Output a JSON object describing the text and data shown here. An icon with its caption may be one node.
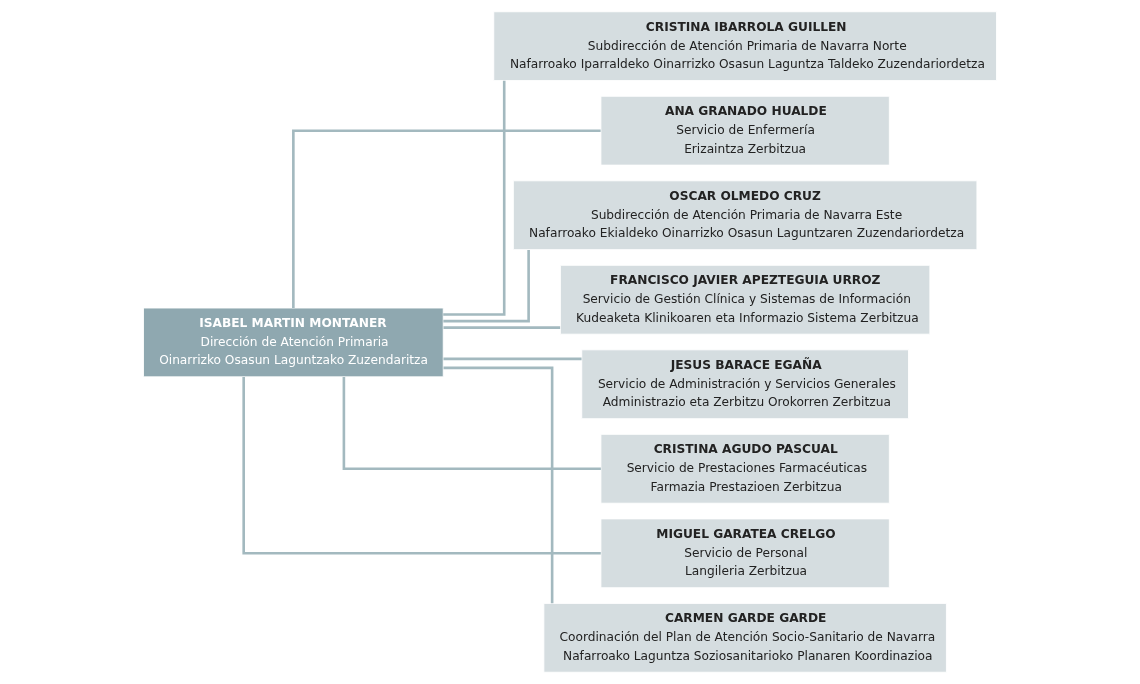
{
  "diagram": {
    "nodes": [
      {
        "text": [
          "ISABEL MARTIN MONTANER",
          "Dirección de Atención Primaria",
          "Oinarrizko Osasun Laguntzako Zuzendaritza"
        ]
      },
      {
        "text": [
          "CRISTINA IBARROLA GUILLEN",
          "Subdirección de Atención Primaria de Navarra Norte",
          "Nafarroako Iparraldeko Oinarrizko Osasun Laguntza Taldeko Zuzendariordetza"
        ]
      },
      {
        "text": [
          "ANA GRANADO HUALDE",
          "Servicio de Enfermería",
          "Erizaintza Zerbitzua"
        ]
      },
      {
        "text": [
          "OSCAR OLMEDO CRUZ",
          "Subdirección de Atención Primaria de Navarra Este",
          "Nafarroako Ekialdeko Oinarrizko Osasun Laguntzaren Zuzendariordetza"
        ]
      },
      {
        "text": [
          "FRANCISCO JAVIER APEZTEGUIA URROZ",
          "Servicio de Gestión Clínica y Sistemas de Información",
          "Kudeaketa Klinikoaren eta Informazio Sistema Zerbitzua"
        ]
      },
      {
        "text": [
          "JESUS BARACE EGAÑA",
          "Servicio de Administración y Servicios Generales",
          "Administrazio eta Zerbitzu Orokorren Zerbitzua"
        ]
      },
      {
        "text": [
          "CRISTINA AGUDO PASCUAL",
          "Servicio de Prestaciones Farmacéuticas",
          "Farmazia Prestazioen Zerbitzua"
        ]
      },
      {
        "text": [
          "MIGUEL GARATEA CRELGO",
          "Servicio de Personal",
          "Langileria Zerbitzua"
        ]
      },
      {
        "text": [
          "CARMEN GARDE GARDE",
          "Coordinación del Plan de Atención Socio-Sanitario de Navarra",
          "Nafarroako Laguntza Soziosanitarioko Planaren Koordinazioa"
        ]
      }
    ],
    "edges": [
      {
        "from": 0,
        "to": 1,
        "arrow": "none"
      },
      {
        "from": 0,
        "to": 2,
        "arrow": "none"
      },
      {
        "from": 0,
        "to": 3,
        "arrow": "none"
      },
      {
        "from": 0,
        "to": 4,
        "arrow": "none"
      },
      {
        "from": 0,
        "to": 5,
        "arrow": "none"
      },
      {
        "from": 0,
        "to": 6,
        "arrow": "none"
      },
      {
        "from": 0,
        "to": 7,
        "arrow": "none"
      },
      {
        "from": 0,
        "to": 8,
        "arrow": "none"
      }
    ]
  }
}
